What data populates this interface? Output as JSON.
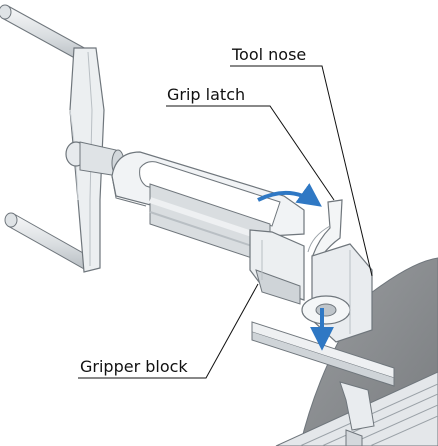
{
  "labels": {
    "tool_nose": "Tool nose",
    "grip_latch": "Grip latch",
    "gripper_block": "Gripper block"
  },
  "colors": {
    "part_fill": "#e9ecef",
    "part_shade": "#cfd4d8",
    "part_dark": "#b9bfc4",
    "outline": "#6f767c",
    "disc": "#8a8d90",
    "leader": "#111111",
    "arrow_blue": "#2f78c4"
  }
}
